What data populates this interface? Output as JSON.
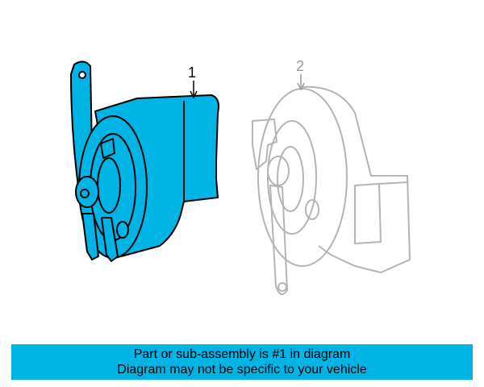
{
  "callouts": {
    "part1": "1",
    "part2": "2"
  },
  "banner": {
    "line1": "Part or sub-assembly is #1 in diagram",
    "line2": "Diagram may not be specific to your vehicle"
  },
  "colors": {
    "highlight": "#00b4e6",
    "ghost_outline": "#b4b4b4",
    "outline": "#000000"
  },
  "icons": {
    "part1": "horn-highlighted-icon",
    "part2": "horn-ghost-icon"
  }
}
